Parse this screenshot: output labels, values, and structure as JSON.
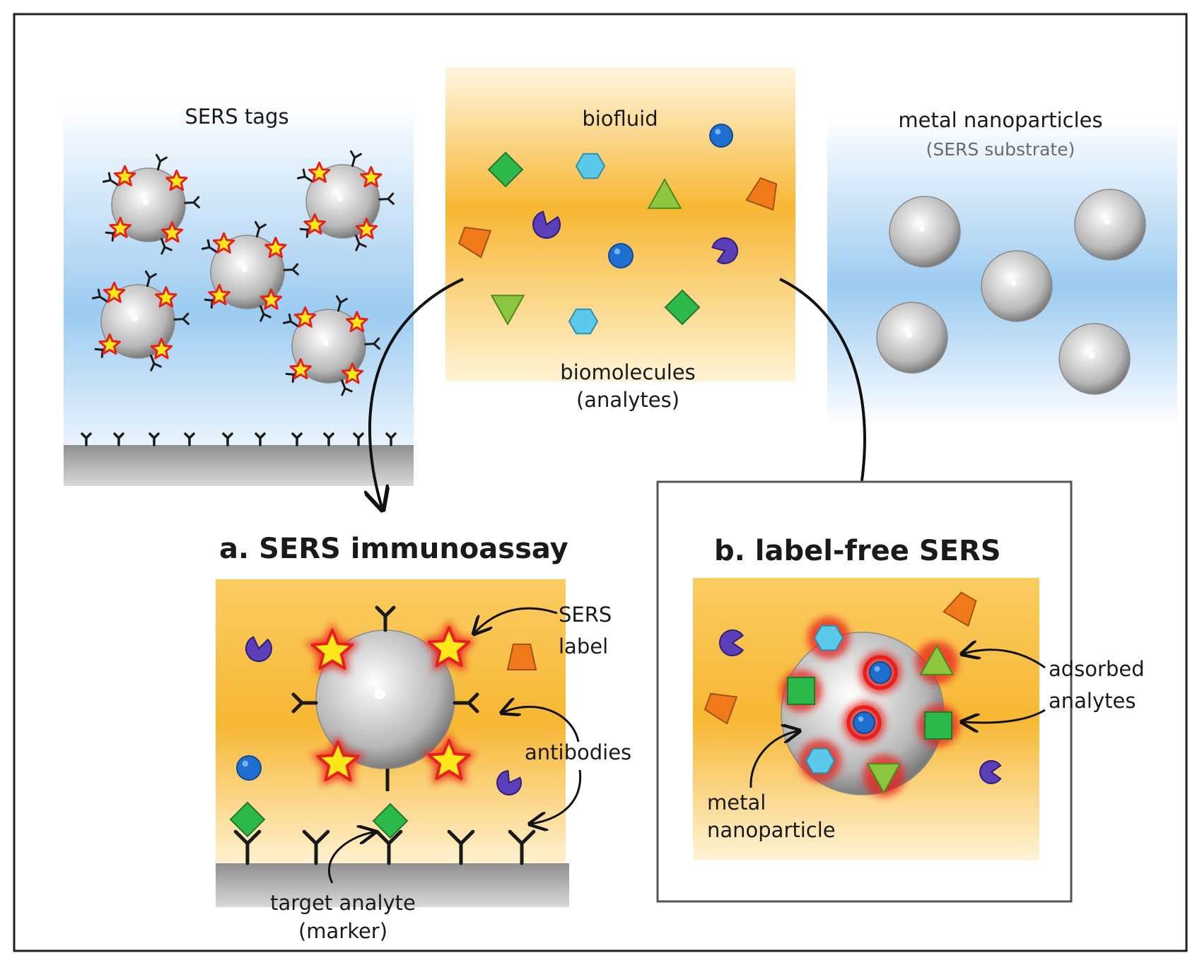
{
  "panels": {
    "sers_tags": {
      "title": "SERS tags"
    },
    "biofluid": {
      "title": "biofluid",
      "caption_line1": "biomolecules",
      "caption_line2": "(analytes)"
    },
    "metal_np": {
      "title": "metal nanoparticles",
      "subtitle": "(SERS substrate)"
    }
  },
  "section_a": {
    "title": "a. SERS immunoassay",
    "label_sers_line1": "SERS",
    "label_sers_line2": "label",
    "label_antibodies": "antibodies",
    "label_target_line1": "target analyte",
    "label_target_line2": "(marker)"
  },
  "section_b": {
    "title": "b. label-free SERS",
    "label_adsorbed_line1": "adsorbed",
    "label_adsorbed_line2": "analytes",
    "label_metal_line1": "metal",
    "label_metal_line2": "nanoparticle"
  },
  "colors": {
    "gold": "#f7b733",
    "sky_blue": "#9ccbf1",
    "green": "#2db84a",
    "cyan": "#5cc9ea",
    "blue": "#1f6fd0",
    "purple": "#5b3fb8",
    "orange": "#f07a1a",
    "red_glow": "#e8201c",
    "star_yellow": "#ffe81a"
  }
}
